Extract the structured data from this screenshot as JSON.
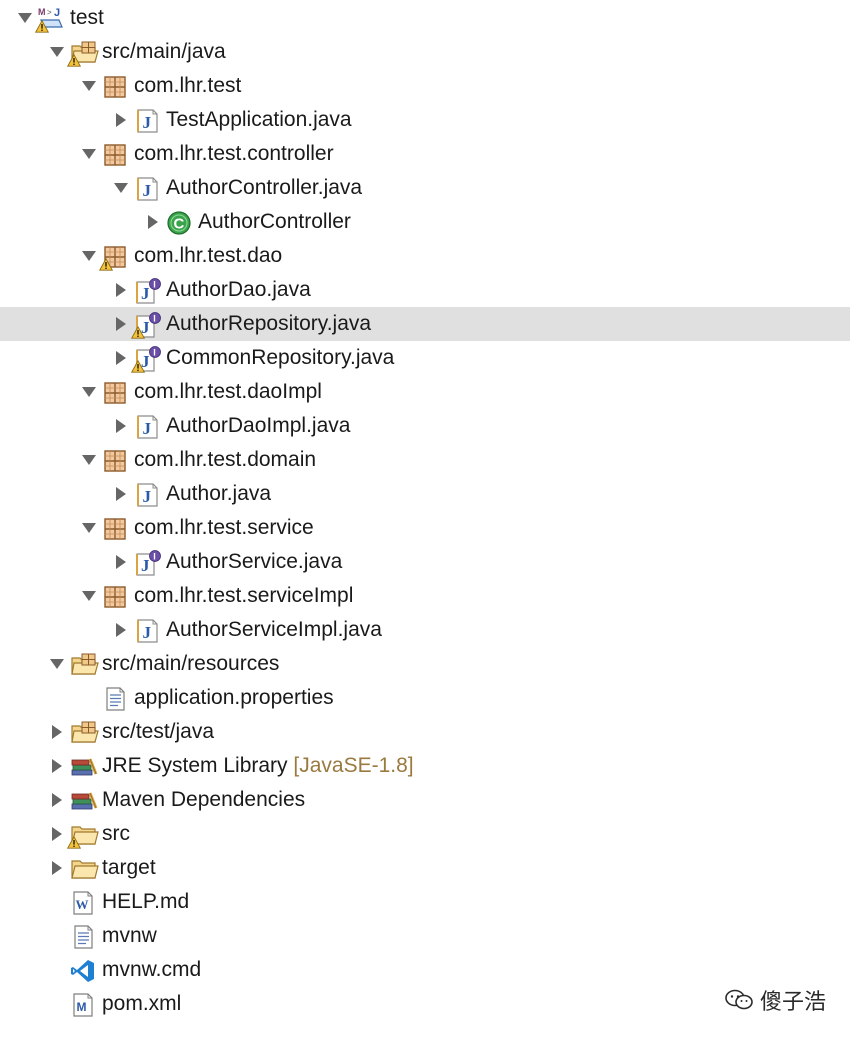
{
  "tree": [
    {
      "label": "test",
      "icon": "maven-project-icon",
      "expanded": true,
      "warning": true,
      "depth": 0
    },
    {
      "label": "src/main/java",
      "icon": "source-folder-icon",
      "expanded": true,
      "warning": true,
      "depth": 1
    },
    {
      "label": "com.lhr.test",
      "icon": "package-icon",
      "expanded": true,
      "depth": 2
    },
    {
      "label": "TestApplication.java",
      "icon": "java-file-icon",
      "expanded": false,
      "depth": 3
    },
    {
      "label": "com.lhr.test.controller",
      "icon": "package-icon",
      "expanded": true,
      "depth": 2
    },
    {
      "label": "AuthorController.java",
      "icon": "java-file-icon",
      "expanded": true,
      "depth": 3
    },
    {
      "label": "AuthorController",
      "icon": "class-icon",
      "expanded": false,
      "depth": 4
    },
    {
      "label": "com.lhr.test.dao",
      "icon": "package-icon",
      "expanded": true,
      "warning": true,
      "depth": 2
    },
    {
      "label": "AuthorDao.java",
      "icon": "java-interface-file-icon",
      "expanded": false,
      "depth": 3
    },
    {
      "label": "AuthorRepository.java",
      "icon": "java-interface-file-icon",
      "expanded": false,
      "warning": true,
      "selected": true,
      "depth": 3
    },
    {
      "label": "CommonRepository.java",
      "icon": "java-interface-file-icon",
      "expanded": false,
      "warning": true,
      "depth": 3
    },
    {
      "label": "com.lhr.test.daoImpl",
      "icon": "package-icon",
      "expanded": true,
      "depth": 2
    },
    {
      "label": "AuthorDaoImpl.java",
      "icon": "java-file-icon",
      "expanded": false,
      "depth": 3
    },
    {
      "label": "com.lhr.test.domain",
      "icon": "package-icon",
      "expanded": true,
      "depth": 2
    },
    {
      "label": "Author.java",
      "icon": "java-file-icon",
      "expanded": false,
      "depth": 3
    },
    {
      "label": "com.lhr.test.service",
      "icon": "package-icon",
      "expanded": true,
      "depth": 2
    },
    {
      "label": "AuthorService.java",
      "icon": "java-interface-file-icon",
      "expanded": false,
      "depth": 3
    },
    {
      "label": "com.lhr.test.serviceImpl",
      "icon": "package-icon",
      "expanded": true,
      "depth": 2
    },
    {
      "label": "AuthorServiceImpl.java",
      "icon": "java-file-icon",
      "expanded": false,
      "depth": 3
    },
    {
      "label": "src/main/resources",
      "icon": "source-folder-icon",
      "expanded": true,
      "depth": 1
    },
    {
      "label": "application.properties",
      "icon": "text-file-icon",
      "depth": 2
    },
    {
      "label": "src/test/java",
      "icon": "source-folder-icon",
      "expanded": false,
      "depth": 1
    },
    {
      "label": "JRE System Library",
      "decoration": "[JavaSE-1.8]",
      "icon": "library-icon",
      "expanded": false,
      "depth": 1
    },
    {
      "label": "Maven Dependencies",
      "icon": "library-icon",
      "expanded": false,
      "depth": 1
    },
    {
      "label": "src",
      "icon": "folder-icon",
      "expanded": false,
      "warning": true,
      "depth": 1
    },
    {
      "label": "target",
      "icon": "folder-icon",
      "expanded": false,
      "depth": 1
    },
    {
      "label": "HELP.md",
      "icon": "markdown-file-icon",
      "depth": 1
    },
    {
      "label": "mvnw",
      "icon": "text-file-icon",
      "depth": 1
    },
    {
      "label": "mvnw.cmd",
      "icon": "vscode-file-icon",
      "depth": 1
    },
    {
      "label": "pom.xml",
      "icon": "maven-pom-icon",
      "depth": 1
    }
  ],
  "watermark": {
    "text": "傻子浩",
    "icon": "wechat-icon"
  },
  "colors": {
    "selection": "#e0e0e0",
    "decoration": "#9a7a3e",
    "java_blue": "#2b5aa8",
    "package_brown": "#8b5a2b",
    "class_green": "#2e9e3f"
  }
}
